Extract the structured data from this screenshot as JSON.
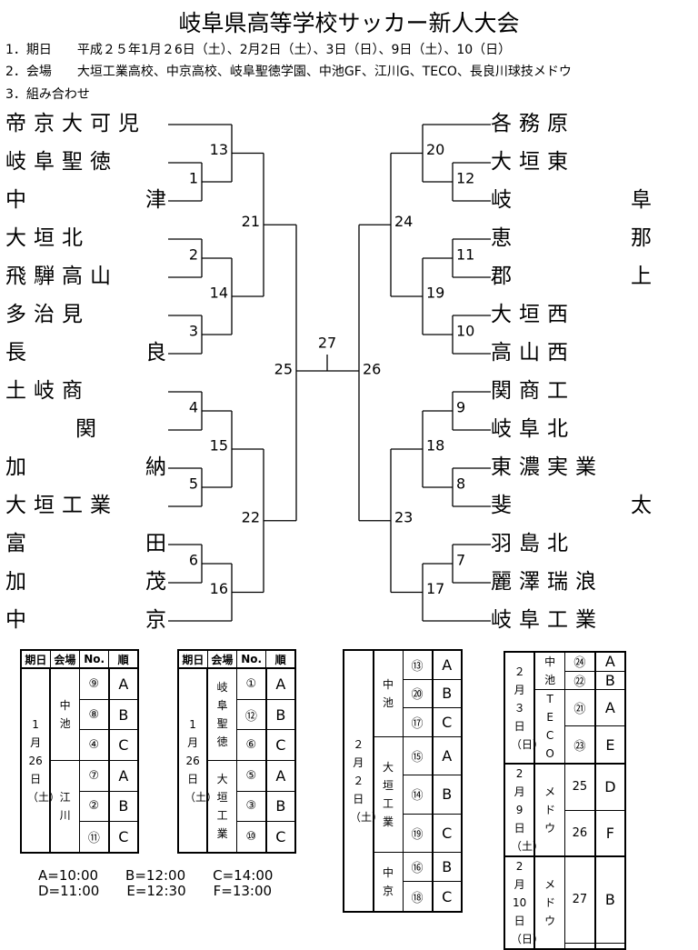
{
  "title": "岐阜県高等学校サッカー新人大会",
  "info": [
    {
      "label": "1．期日",
      "value": "平成２５年1月２6日（土）、2月2日（土）、3日（日）、9日（土）、10（日）"
    },
    {
      "label": "2．会場",
      "value": "大垣工業高校、中京高校、岐阜聖徳学園、中池GF、江川G、TECO、長良川球技メドウ"
    },
    {
      "label": "3．組み合わせ",
      "value": ""
    }
  ],
  "bracket": {
    "left_teams": [
      "帝京大可児",
      "岐阜聖徳",
      "中津",
      "大垣北",
      "飛騨高山",
      "多治見",
      "長良",
      "土岐商",
      "関",
      "加納",
      "大垣工業",
      "富田",
      "加茂",
      "中京"
    ],
    "right_teams": [
      "各務原",
      "大垣東",
      "岐阜",
      "恵那",
      "郡上",
      "大垣西",
      "高山西",
      "関商工",
      "岐阜北",
      "東濃実業",
      "斐太",
      "羽島北",
      "麗澤瑞浪",
      "岐阜工業"
    ],
    "left_tree": {
      "no": "25",
      "a": {
        "no": "21",
        "a": {
          "no": "13",
          "a": 0,
          "b": {
            "no": "1",
            "a": 1,
            "b": 2
          }
        },
        "b": {
          "no": "14",
          "a": {
            "no": "2",
            "a": 3,
            "b": 4
          },
          "b": {
            "no": "3",
            "a": 5,
            "b": 6
          }
        }
      },
      "b": {
        "no": "22",
        "a": {
          "no": "15",
          "a": {
            "no": "4",
            "a": 7,
            "b": 8
          },
          "b": {
            "no": "5",
            "a": 9,
            "b": 10
          }
        },
        "b": {
          "no": "16",
          "a": {
            "no": "6",
            "a": 11,
            "b": 12
          },
          "b": 13
        }
      }
    },
    "right_tree": {
      "no": "26",
      "a": {
        "no": "24",
        "a": {
          "no": "20",
          "a": 0,
          "b": {
            "no": "12",
            "a": 1,
            "b": 2
          }
        },
        "b": {
          "no": "19",
          "a": {
            "no": "11",
            "a": 3,
            "b": 4
          },
          "b": {
            "no": "10",
            "a": 5,
            "b": 6
          }
        }
      },
      "b": {
        "no": "23",
        "a": {
          "no": "18",
          "a": {
            "no": "9",
            "a": 7,
            "b": 8
          },
          "b": {
            "no": "8",
            "a": 9,
            "b": 10
          }
        },
        "b": {
          "no": "17",
          "a": {
            "no": "7",
            "a": 11,
            "b": 12
          },
          "b": 13
        }
      }
    },
    "final": "27"
  },
  "schedules": [
    {
      "header": [
        "期日",
        "会場",
        "No.",
        "順"
      ],
      "groups": [
        {
          "date": "1月26日（土）",
          "venues": [
            {
              "name": "中池",
              "matches": [
                {
                  "no": "⑨",
                  "order": "A"
                },
                {
                  "no": "⑧",
                  "order": "B"
                },
                {
                  "no": "④",
                  "order": "C"
                }
              ]
            },
            {
              "name": "江川",
              "matches": [
                {
                  "no": "⑦",
                  "order": "A"
                },
                {
                  "no": "②",
                  "order": "B"
                },
                {
                  "no": "⑪",
                  "order": "C"
                }
              ]
            }
          ]
        }
      ]
    },
    {
      "header": [
        "期日",
        "会場",
        "No.",
        "順"
      ],
      "groups": [
        {
          "date": "1月26日（土）",
          "venues": [
            {
              "name": "岐阜聖徳",
              "matches": [
                {
                  "no": "①",
                  "order": "A"
                },
                {
                  "no": "⑫",
                  "order": "B"
                },
                {
                  "no": "⑥",
                  "order": "C"
                }
              ]
            },
            {
              "name": "大垣工業",
              "matches": [
                {
                  "no": "⑤",
                  "order": "A"
                },
                {
                  "no": "③",
                  "order": "B"
                },
                {
                  "no": "⑩",
                  "order": "C"
                }
              ]
            }
          ]
        }
      ]
    },
    {
      "header": null,
      "groups": [
        {
          "date": "２月２日（土）",
          "venues": [
            {
              "name": "中池",
              "matches": [
                {
                  "no": "⑬",
                  "order": "A"
                },
                {
                  "no": "⑳",
                  "order": "B"
                },
                {
                  "no": "⑰",
                  "order": "C"
                }
              ]
            },
            {
              "name": "大垣工業",
              "matches": [
                {
                  "no": "⑮",
                  "order": "A"
                },
                {
                  "no": "⑭",
                  "order": "B"
                },
                {
                  "no": "⑲",
                  "order": "C"
                }
              ]
            },
            {
              "name": "中京",
              "matches": [
                {
                  "no": "⑯",
                  "order": "B"
                },
                {
                  "no": "⑱",
                  "order": "C"
                }
              ]
            }
          ]
        }
      ]
    },
    {
      "header": null,
      "groups": [
        {
          "date": "２月３日（日）",
          "venues": [
            {
              "name": "中池",
              "matches": [
                {
                  "no": "㉔",
                  "order": "A"
                },
                {
                  "no": "㉒",
                  "order": "B"
                }
              ]
            },
            {
              "name": "TECO",
              "matches": [
                {
                  "no": "㉑",
                  "order": "A"
                },
                {
                  "no": "㉓",
                  "order": "E"
                }
              ]
            }
          ]
        },
        {
          "date": "2月9日（土）",
          "venues": [
            {
              "name": "メドウ",
              "matches": [
                {
                  "no": "25",
                  "order": "D"
                },
                {
                  "no": "26",
                  "order": "F"
                }
              ]
            }
          ]
        },
        {
          "date": "2月10日（日）",
          "venues": [
            {
              "name": "メドウ",
              "matches": [
                {
                  "no": "27",
                  "order": "B"
                },
                {
                  "no": "",
                  "order": ""
                }
              ]
            }
          ]
        }
      ]
    }
  ],
  "times": {
    "line1": "A=10:00　　B=12:00　　C=14:00",
    "line2": "D=11:00　　E=12:30　　F=13:00"
  }
}
